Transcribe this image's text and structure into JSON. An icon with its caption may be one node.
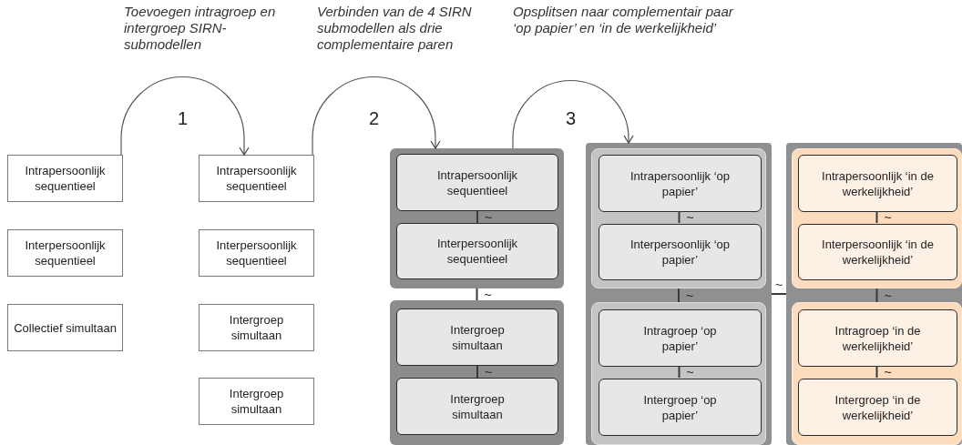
{
  "diagram": {
    "nodes": [
      {
        "text": [
          "Intrapersoonlijk sequentieel"
        ]
      },
      {
        "text": [
          "Interpersoonlijk sequentieel"
        ]
      },
      {
        "text": [
          "Collectief simultaan"
        ]
      },
      {
        "text": [
          "Intrapersoonlijk sequentieel"
        ]
      },
      {
        "text": [
          "Interpersoonlijk sequentieel"
        ]
      },
      {
        "text": [
          "Intergroep simultaan"
        ]
      },
      {
        "text": [
          "Intergroep simultaan"
        ]
      },
      {
        "text": [],
        "shape": "box"
      },
      {
        "text": [
          "Intrapersoonlijk sequentieel"
        ],
        "in": 7
      },
      {
        "text": [
          "Interpersoonlijk sequentieel"
        ],
        "in": 7
      },
      {
        "text": [],
        "shape": "box"
      },
      {
        "text": [
          "Intergroep simultaan"
        ],
        "in": 10
      },
      {
        "text": [
          "Intergroep simultaan"
        ],
        "in": 10
      },
      {
        "text": [],
        "shape": "box"
      },
      {
        "text": [],
        "shape": "box",
        "in": 13
      },
      {
        "text": [
          "Intrapersoonlijk ‘op papier’"
        ],
        "in": 14
      },
      {
        "text": [
          "Interpersoonlijk ‘op papier’"
        ],
        "in": 14
      },
      {
        "text": [],
        "shape": "box",
        "in": 13
      },
      {
        "text": [
          "Intragroep ‘op papier’"
        ],
        "in": 17
      },
      {
        "text": [
          "Intergroep ‘op papier’"
        ],
        "in": 17
      },
      {
        "text": [],
        "shape": "box"
      },
      {
        "text": [],
        "shape": "box",
        "in": 20
      },
      {
        "text": [
          "Intrapersoonlijk ‘in de werkelijkheid’"
        ],
        "in": 21
      },
      {
        "text": [
          "Interpersoonlijk ‘in de werkelijkheid’"
        ],
        "in": 21
      },
      {
        "text": [],
        "shape": "box",
        "in": 20
      },
      {
        "text": [
          "Intragroep ‘in de werkelijkheid’"
        ],
        "in": 24
      },
      {
        "text": [
          "Intergroep ‘in de werkelijkheid’"
        ],
        "in": 24
      }
    ],
    "edges": [
      {
        "from": 0,
        "to": 3,
        "arrow": "to",
        "label": "1"
      },
      {
        "from": 3,
        "to": 7,
        "arrow": "to",
        "label": "2"
      },
      {
        "from": 7,
        "to": 13,
        "arrow": "to",
        "label": "3"
      },
      {
        "from": 8,
        "to": 9,
        "arrow": "none",
        "label": "~"
      },
      {
        "from": 7,
        "to": 10,
        "arrow": "none",
        "label": "~"
      },
      {
        "from": 11,
        "to": 12,
        "arrow": "none",
        "label": "~"
      },
      {
        "from": 15,
        "to": 16,
        "arrow": "none",
        "label": "~"
      },
      {
        "from": 14,
        "to": 17,
        "arrow": "none",
        "label": "~"
      },
      {
        "from": 18,
        "to": 19,
        "arrow": "none",
        "label": "~"
      },
      {
        "from": 13,
        "to": 20,
        "arrow": "none",
        "label": "~"
      },
      {
        "from": 22,
        "to": 23,
        "arrow": "none",
        "label": "~"
      },
      {
        "from": 21,
        "to": 24,
        "arrow": "none",
        "label": "~"
      },
      {
        "from": 25,
        "to": 26,
        "arrow": "none",
        "label": "~"
      }
    ],
    "labels": [
      "Toevoegen intragroep en intergroep SIRN-submodellen",
      "Verbinden van de 4 SIRN submodellen als drie complementaire paren",
      "Opsplitsen naar complementair paar ‘op papier’ en ‘in de werkelijkheid’"
    ]
  }
}
